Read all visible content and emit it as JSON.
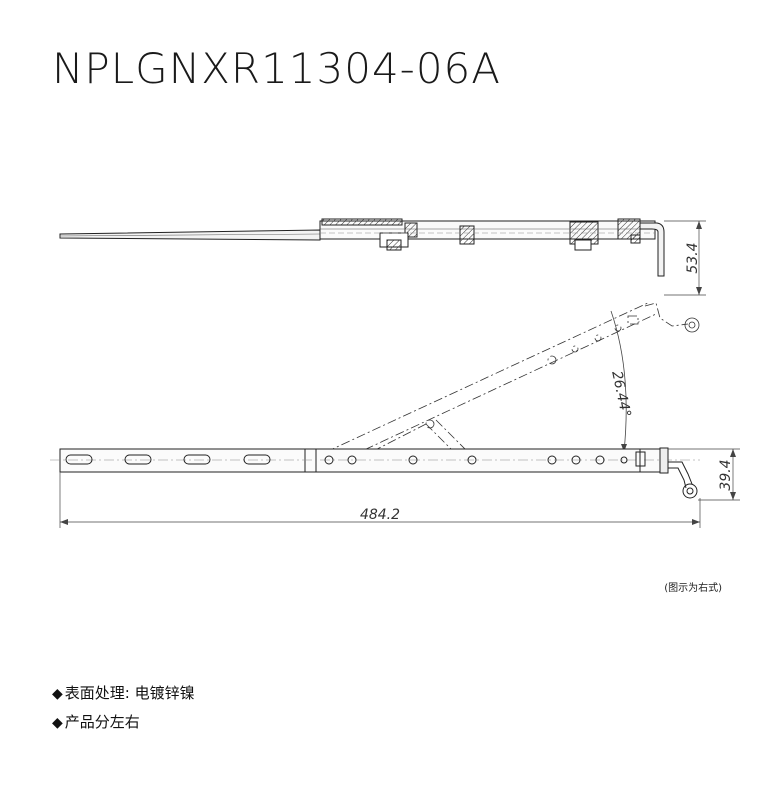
{
  "title": "NPLGNXR11304-06A",
  "dimensions": {
    "side_height": "53.4",
    "angle": "26.44°",
    "bottom_height": "39.4",
    "length": "484.2"
  },
  "note": "(图示为右式)",
  "bullets": [
    {
      "marker": "◆",
      "text": "表面处理: 电镀锌镍"
    },
    {
      "marker": "◆",
      "text": "产品分左右"
    }
  ]
}
